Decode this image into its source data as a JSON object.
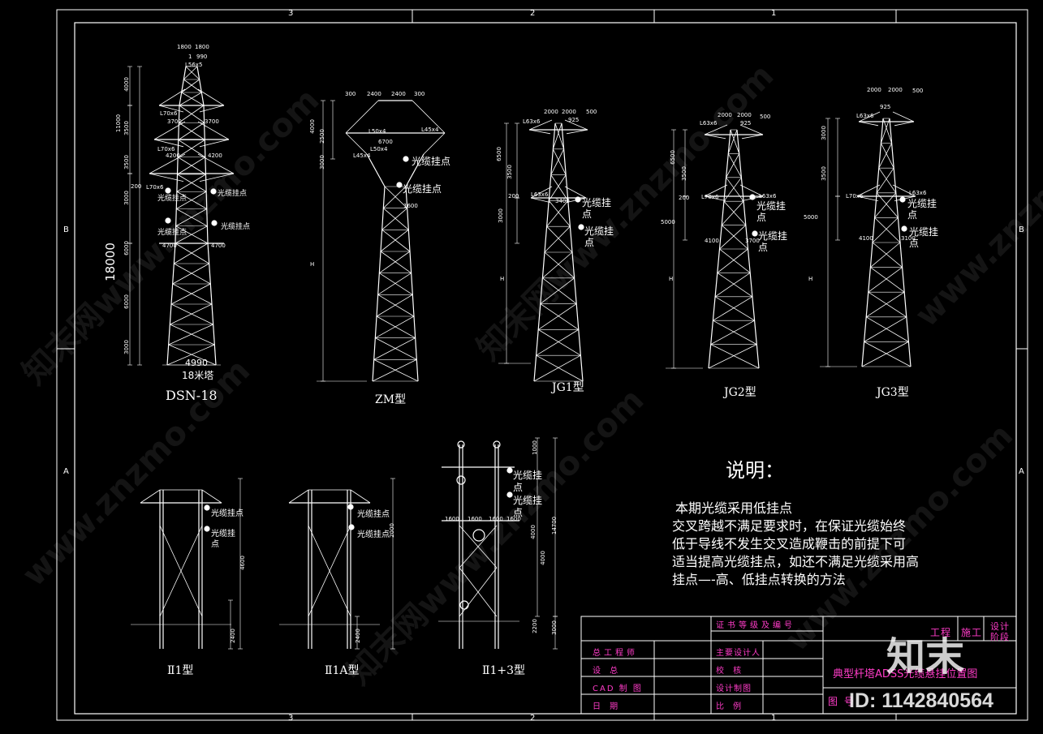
{
  "border": {
    "top_numbers": [
      "3",
      "2",
      "1"
    ],
    "bottom_numbers": [
      "3",
      "2",
      "1"
    ],
    "left_letters": [
      "B",
      "A"
    ],
    "right_letters": [
      "B",
      "A"
    ]
  },
  "towers": {
    "dsn18": {
      "caption": "DSN-18",
      "subcaption": "18米塔",
      "height_label": "18000",
      "base_label": "4990",
      "dims": [
        "1800",
        "1800",
        "1",
        "990",
        "L56x5",
        "L70x6",
        "3700",
        "3700",
        "L70x6",
        "4200",
        "4200",
        "L70x6",
        "4700",
        "4700",
        "200",
        "4000",
        "11000",
        "3500",
        "3500",
        "3000",
        "6000",
        "6000",
        "3000"
      ],
      "attach_1": "光缆挂点",
      "attach_2": "光缆挂点",
      "attach_3": "光缆挂点",
      "attach_4": "光缆挂点"
    },
    "zm": {
      "caption": "ZM型",
      "attach_1": "光缆挂点",
      "attach_2": "光缆挂点",
      "dims": [
        "300",
        "2400",
        "2400",
        "300",
        "L45x4",
        "L50x4",
        "6700",
        "L50x4",
        "L45x4",
        "1600",
        "3000",
        "4000",
        "2500",
        "H"
      ]
    },
    "jg1": {
      "caption": "JG1型",
      "attach_1": "光缆挂",
      "attach_1b": "点",
      "attach_2": "光缆挂",
      "attach_2b": "点",
      "dims": [
        "2000",
        "2000",
        "500",
        "L63x6",
        "925",
        "L63x6",
        "3400",
        "6500",
        "3500",
        "3000",
        "200",
        "H"
      ]
    },
    "jg2": {
      "caption": "JG2型",
      "attach_1": "光缆挂",
      "attach_1b": "点",
      "attach_2": "光缆挂",
      "attach_2b": "点",
      "dims": [
        "2000",
        "2000",
        "500",
        "L63x6",
        "925",
        "L70x6",
        "L63x6",
        "4100",
        "3700",
        "6500",
        "3500",
        "5000",
        "200",
        "H"
      ]
    },
    "jg3": {
      "caption": "JG3型",
      "attach_1": "光缆挂",
      "attach_1b": "点",
      "attach_2": "光缆挂",
      "attach_2b": "点",
      "dims": [
        "2000",
        "2000",
        "500",
        "925",
        "L63x6",
        "L70x6",
        "L63x6",
        "4100",
        "3100",
        "3000",
        "3500",
        "5000",
        "H"
      ]
    },
    "pi1": {
      "caption": "Ⅱ1型",
      "attach_1": "光缆挂点",
      "attach_2": "光缆挂",
      "attach_2b": "点",
      "dims": [
        "4600",
        "2400"
      ]
    },
    "pi1a": {
      "caption": "Ⅱ1A型",
      "attach_1": "光缆挂点",
      "attach_2": "光缆挂点",
      "dims": [
        "2000",
        "2400"
      ]
    },
    "pi13": {
      "caption": "Ⅱ1+3型",
      "attach_1": "光缆挂",
      "attach_1b": "点",
      "attach_2": "光缆挂",
      "attach_2b": "点",
      "dims": [
        "1600",
        "1600",
        "1600",
        "1600",
        "1000",
        "4000",
        "4000",
        "14700",
        "2200",
        "3000"
      ]
    }
  },
  "notes": {
    "title": "说明：",
    "lines": [
      "本期光缆采用低挂点",
      "交叉跨越不满足要求时，在保证光缆始终",
      "低于导线不发生交叉造成鞭击的前提下可",
      "适当提高光缆挂点，如还不满足光缆采用高",
      "挂点—-高、低挂点转换的方法"
    ]
  },
  "title_block": {
    "cert": "证书等级及编号",
    "stage_project": "工程",
    "stage_construction": "施工",
    "stage_design": "设计",
    "stage_phase": "阶段",
    "rows_left": [
      "总工程师",
      "设  总",
      "CAD 制 图",
      "日  期"
    ],
    "rows_mid": [
      "主要设计人",
      "校  核",
      "设计制图",
      "比  例"
    ],
    "drawing_title": "典型杆塔ADSS光缆悬挂位置图",
    "drawing_no_label": "图 号"
  },
  "brand": {
    "logo": "知末",
    "id_text": "ID: 1142840564"
  },
  "watermarks": [
    "知末网www.znzmo.com",
    "知末网www.znzmo.com",
    "www.znzmo.com",
    "www.znzmo.com",
    "知末网www.znzmo.com",
    "www.znzmo.com"
  ],
  "colors": {
    "background": "#000000",
    "lines": "#ffffff",
    "title_block_text": "#ff3cc8",
    "title_block_lines": "#ffffff"
  }
}
